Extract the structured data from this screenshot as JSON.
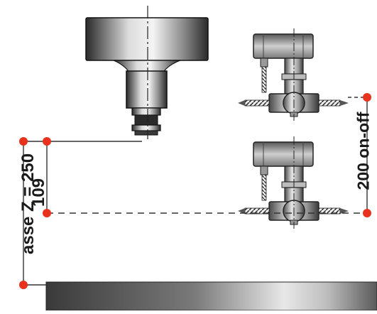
{
  "labels": {
    "axis_z": "asse Z = 250",
    "offset": "109",
    "stroke": "200 on-off"
  },
  "colors": {
    "marker": "#e8321e",
    "line": "#333333",
    "background": "#ffffff"
  },
  "components": {
    "spindle": "machine-spindle-nose",
    "upper_unit": "angular-drilling-head",
    "lower_unit": "angular-drilling-head",
    "table": "machine-table"
  }
}
